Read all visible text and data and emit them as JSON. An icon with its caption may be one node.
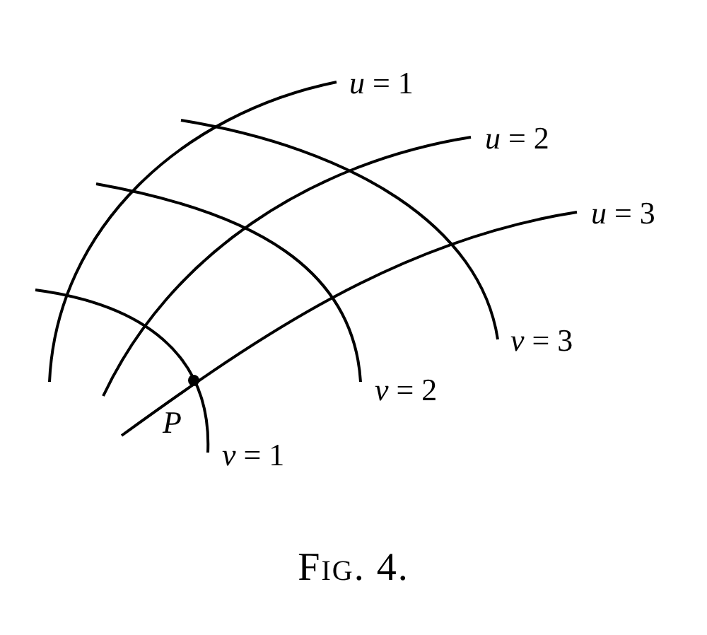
{
  "diagram": {
    "caption": "Fig. 4.",
    "labels": [
      "*u* = 1",
      "*u* = 2",
      "*u* = 3",
      "*v* = 3",
      "*v* = 2",
      "*v* = 1",
      "P"
    ]
  }
}
